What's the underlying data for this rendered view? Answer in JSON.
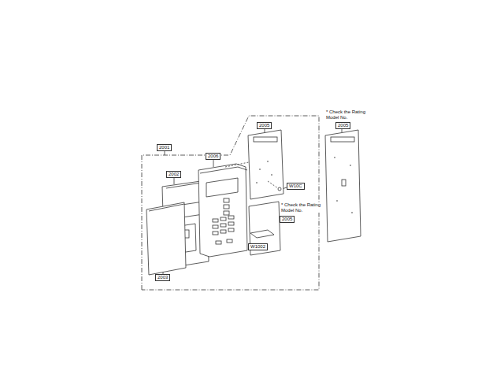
{
  "diagram": {
    "labels": [
      "* Check the Rating Model No.",
      "2005",
      "2005",
      "2001",
      "2006",
      "2002",
      "W10C",
      "* Check the Rating Model No.",
      "2005",
      "W1002",
      "2003"
    ]
  }
}
